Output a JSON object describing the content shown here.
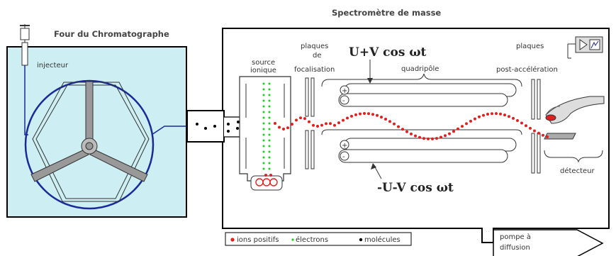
{
  "labels": {
    "oven_title": "Four du Chromatographe",
    "ms_title": "Spectromètre de masse",
    "injector": "injecteur",
    "source_l1": "source",
    "source_l2": "ionique",
    "focus_l1": "plaques",
    "focus_l2": "de",
    "focus_l3": "focalisation",
    "quadrupole": "quadripôle",
    "postacc_l1": "plaques",
    "postacc_l2": "post-accélération",
    "detector": "détecteur",
    "pump_l1": "pompe à",
    "pump_l2": "diffusion",
    "voltage_top": "U+V cos ωt",
    "voltage_bottom": "-U-V cos ωt"
  },
  "legend": {
    "ions": "ions positifs",
    "electrons": "électrons",
    "molecules": "molécules"
  },
  "colors": {
    "oven_fill": "#cdeef2",
    "ion_red": "#e02020",
    "electron_green": "#22cc22",
    "column_blue": "#1a2a9a"
  }
}
